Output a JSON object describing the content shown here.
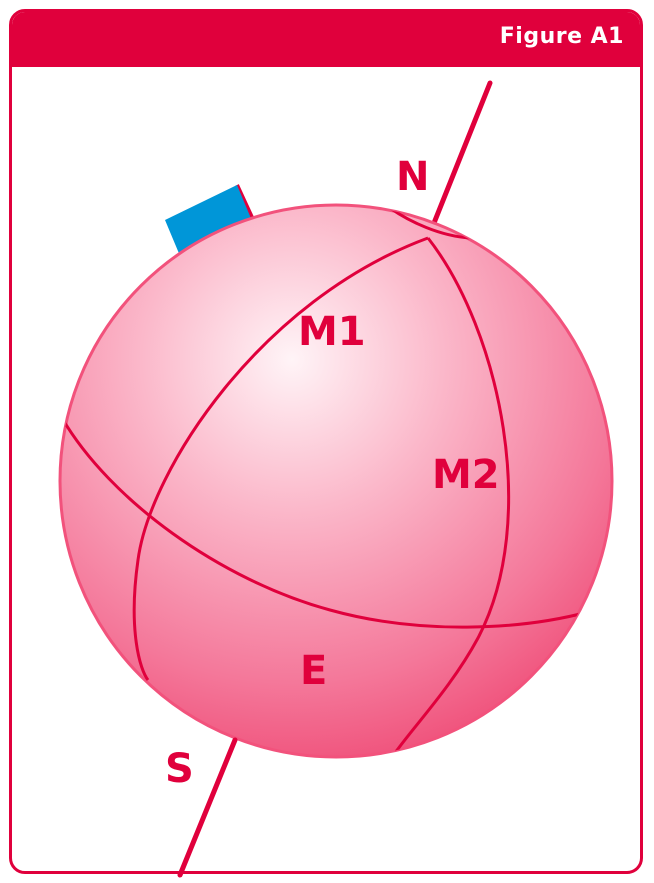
{
  "header": {
    "title": "Figure A1"
  },
  "labels": {
    "north": "N",
    "south": "S",
    "meridian1": "M1",
    "meridian2": "M2",
    "equator": "E"
  },
  "colors": {
    "accent": "#e0003c",
    "sphere_light": "#fde3ea",
    "sphere_mid": "#f98ca8",
    "sphere_dark": "#f2527c",
    "flag": "#0096d8"
  }
}
